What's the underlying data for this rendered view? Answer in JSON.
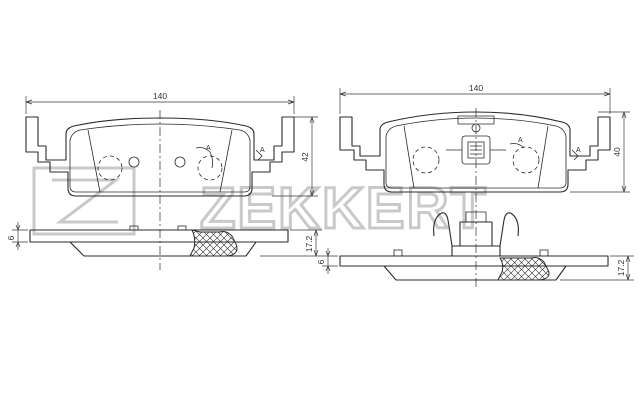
{
  "brand": "ZEKKERT",
  "left_pad": {
    "width_label": "140",
    "height_label": "42",
    "backplate_label": "6",
    "thickness_label": "17.2",
    "wear_marker_label": "A"
  },
  "right_pad": {
    "width_label": "140",
    "height_label": "40",
    "backplate_label": "6",
    "thickness_label": "17.2",
    "wear_marker_label": "A"
  },
  "colors": {
    "line": "#2b2b2b",
    "watermark": "#c9c9c9",
    "background": "#ffffff"
  }
}
